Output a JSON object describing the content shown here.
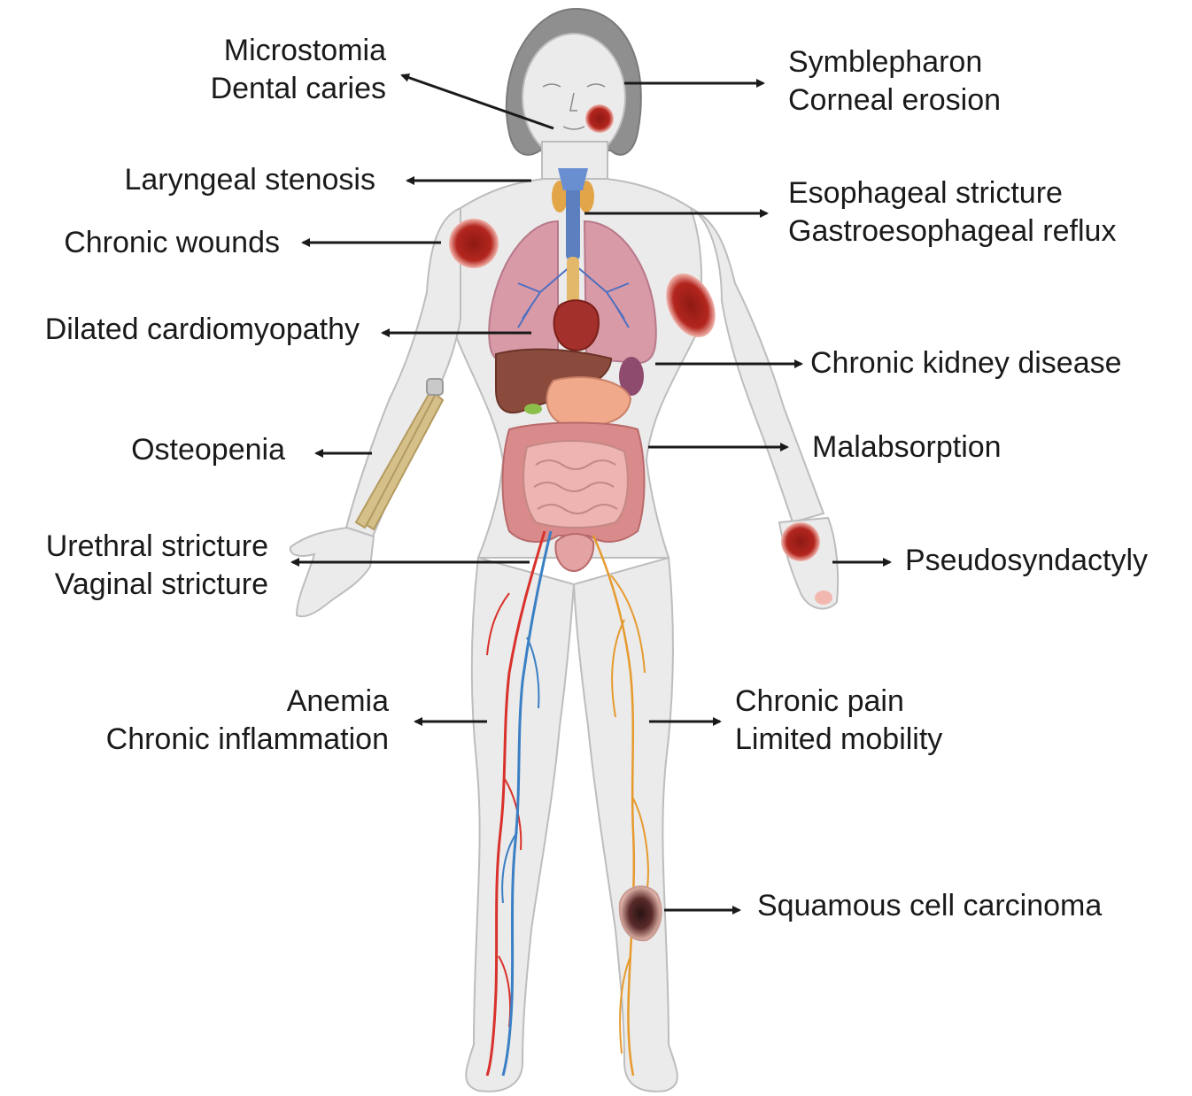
{
  "labels": {
    "microstomia": "Microstomia",
    "dental_caries": "Dental caries",
    "symblepharon": "Symblepharon",
    "corneal_erosion": "Corneal erosion",
    "laryngeal_stenosis": "Laryngeal stenosis",
    "esophageal_stricture": "Esophageal stricture",
    "gastroesophageal_reflux": "Gastroesophageal reflux",
    "chronic_wounds": "Chronic wounds",
    "dilated_cardiomyopathy": "Dilated cardiomyopathy",
    "chronic_kidney_disease": "Chronic kidney disease",
    "osteopenia": "Osteopenia",
    "malabsorption": "Malabsorption",
    "urethral_stricture": "Urethral stricture",
    "vaginal_stricture": "Vaginal stricture",
    "pseudosyndactyly": "Pseudosyndactyly",
    "anemia": "Anemia",
    "chronic_inflammation": "Chronic inflammation",
    "chronic_pain": "Chronic pain",
    "limited_mobility": "Limited mobility",
    "squamous_cell_carcinoma": "Squamous cell carcinoma"
  },
  "colors": {
    "skin": "#ebebeb",
    "outline": "#bdbdbd",
    "hair": "#8f8f8f",
    "wound": "#b3261e",
    "lung": "#d99aa8",
    "liver": "#8a4b3c",
    "intestine": "#e3a3a3",
    "artery": "#d9312b",
    "vein": "#3b7fc4",
    "nerve": "#e69a2e",
    "bone": "#d6c08a",
    "trachea": "#5b7fbf",
    "arrow": "#1a1a1a"
  }
}
